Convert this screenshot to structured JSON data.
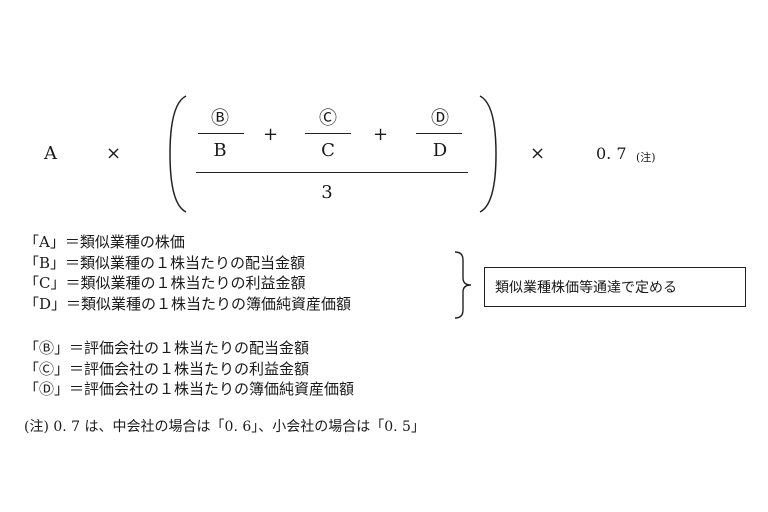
{
  "formula": {
    "a": "A",
    "times1": "×",
    "b_circ": "Ⓑ",
    "b": "B",
    "plus1": "+",
    "c_circ": "Ⓒ",
    "c": "C",
    "plus2": "+",
    "d_circ": "Ⓓ",
    "d": "D",
    "divisor": "3",
    "times2": "×",
    "factor": "0. 7",
    "note_mark": "(注)"
  },
  "definitions_group1": [
    "「A」＝類似業種の株価",
    "「B」＝類似業種の１株当たりの配当金額",
    "「C」＝類似業種の１株当たりの利益金額",
    "「D」＝類似業種の１株当たりの簿価純資産価額"
  ],
  "bracket_note": "類似業種株価等通達で定める",
  "definitions_group2": [
    "「Ⓑ」＝評価会社の１株当たりの配当金額",
    "「Ⓒ」＝評価会社の１株当たりの利益金額",
    "「Ⓓ」＝評価会社の１株当たりの簿価純資産価額"
  ],
  "footnote": "(注) 0. 7 は、中会社の場合は「0. 6」、小会社の場合は「0. 5」"
}
